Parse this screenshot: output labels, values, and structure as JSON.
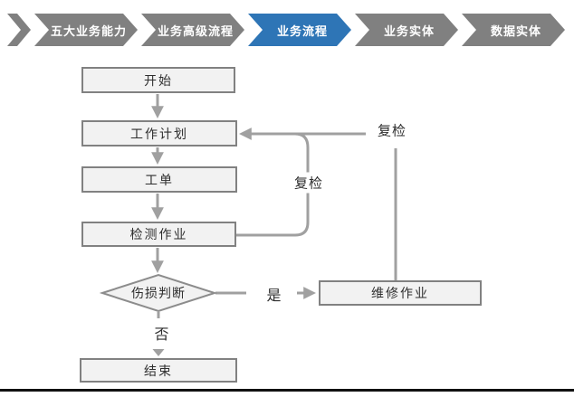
{
  "breadcrumb": {
    "items": [
      {
        "label": "五大业务能力",
        "active": false
      },
      {
        "label": "业务高级流程",
        "active": false
      },
      {
        "label": "业务流程",
        "active": true
      },
      {
        "label": "业务实体",
        "active": false
      },
      {
        "label": "数据实体",
        "active": false
      }
    ]
  },
  "flowchart": {
    "nodes": {
      "start": "开始",
      "work_plan": "工作计划",
      "work_order": "工单",
      "inspection": "检测作业",
      "damage_decision": "伤损判断",
      "repair": "维修作业",
      "end": "结束"
    },
    "edge_labels": {
      "recheck_inner": "复检",
      "recheck_outer": "复检",
      "yes": "是",
      "no": "否"
    }
  },
  "colors": {
    "accent": "#2E75B6",
    "band": "#808080",
    "node-fill": "#F2F2F2",
    "node-border": "#818181",
    "connector": "#A0A0A0",
    "footer": "#111111"
  }
}
